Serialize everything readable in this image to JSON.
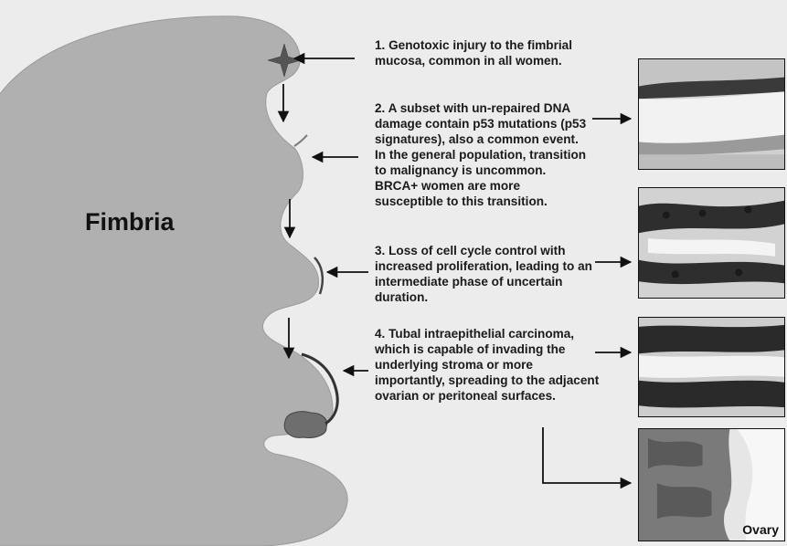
{
  "diagram": {
    "fimbria_label": "Fimbria",
    "steps": [
      "1. Genotoxic injury to the fimbrial mucosa, common in all women.",
      "2. A subset with un-repaired DNA damage contain p53 mutations (p53 signatures), also a common event. In the general population, transition to malignancy is uncommon. BRCA+ women are more susceptible to this transition.",
      "3. Loss of cell cycle control with increased proliferation, leading to an intermediate phase of uncertain duration.",
      "4. Tubal intraepithelial carcinoma, which is capable of invading the underlying stroma or more importantly, spreading to the adjacent ovarian or peritoneal surfaces."
    ],
    "ovary_label": "Ovary"
  },
  "colors": {
    "background": "#ececec",
    "fimbria_fill": "#b0b0b0",
    "tumor_fill": "#6e6e6e",
    "text": "#1a1a1a"
  },
  "icons": [
    "injury-star-icon",
    "arrow-icon",
    "micrograph-image"
  ]
}
